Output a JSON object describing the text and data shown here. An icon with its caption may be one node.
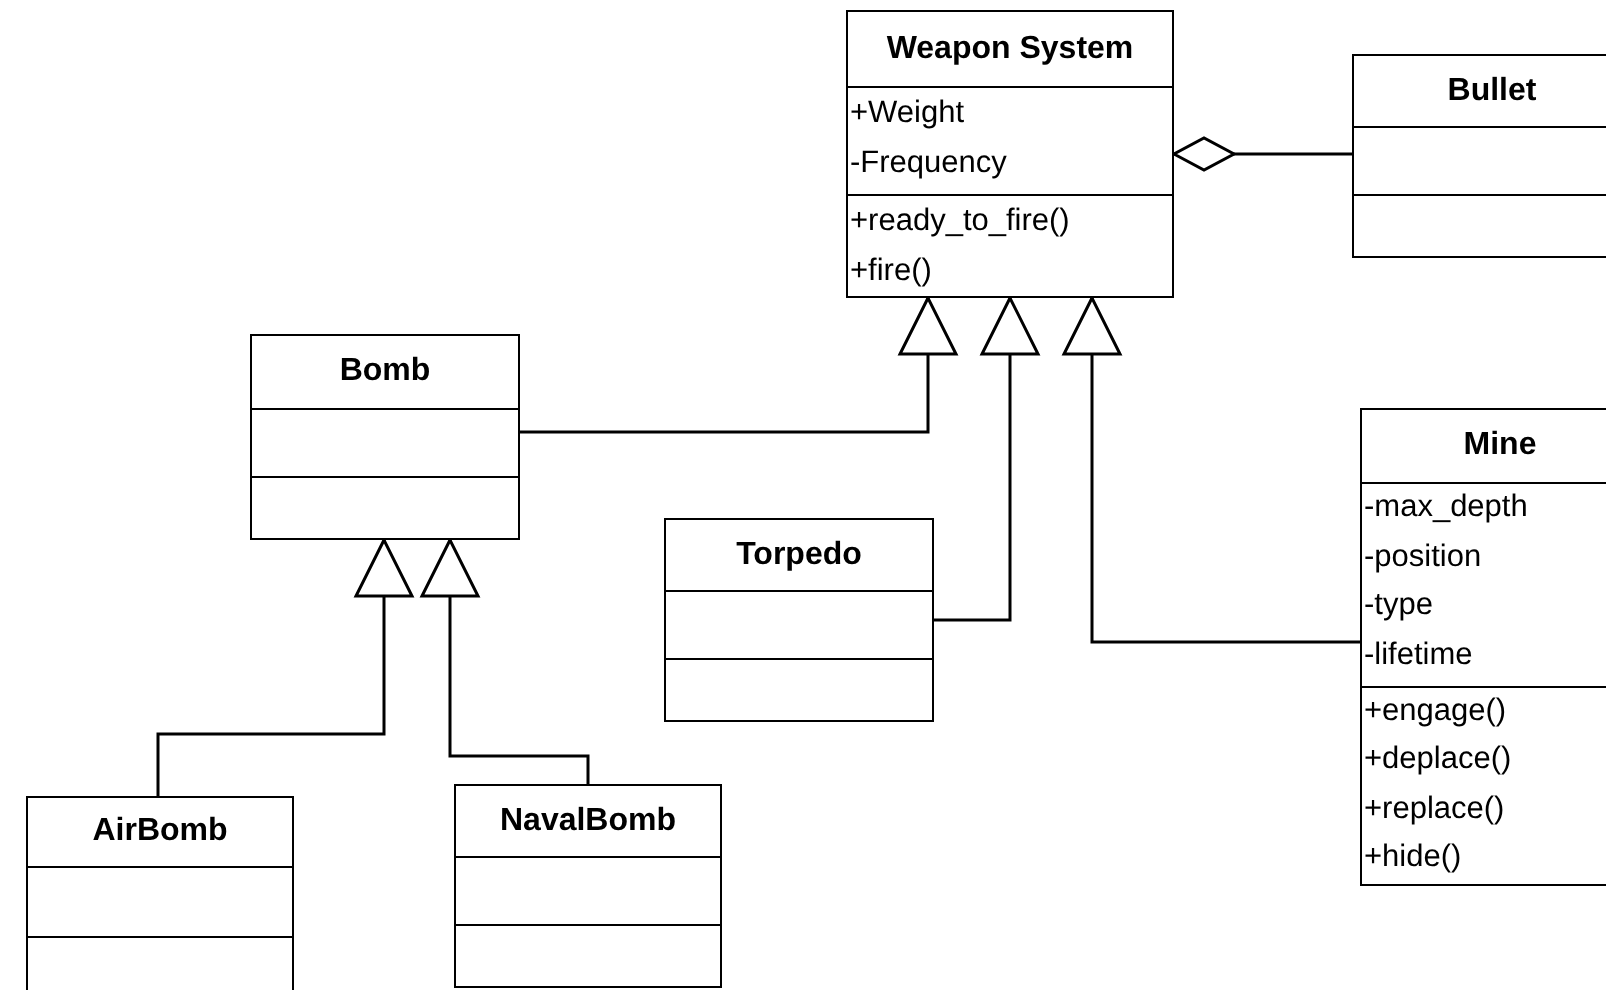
{
  "diagram": {
    "nodes": [
      {
        "text": [
          "Weapon System",
          "+Weight",
          "-Frequency",
          "+ready_to_fire()",
          "+fire()"
        ]
      },
      {
        "text": [
          "Bullet"
        ]
      },
      {
        "text": [
          "Bomb"
        ]
      },
      {
        "text": [
          "Torpedo"
        ]
      },
      {
        "text": [
          "Mine",
          "-max_depth",
          "-position",
          "-type",
          "-lifetime",
          "+engage()",
          "+deplace()",
          "+replace()",
          "+hide()"
        ]
      },
      {
        "text": [
          "AirBomb"
        ]
      },
      {
        "text": [
          "NavalBomb"
        ]
      }
    ],
    "edges": [
      {
        "from": 1,
        "to": 0,
        "arrow": "other"
      },
      {
        "from": 2,
        "to": 0,
        "arrow": "to"
      },
      {
        "from": 3,
        "to": 0,
        "arrow": "to"
      },
      {
        "from": 4,
        "to": 0,
        "arrow": "to"
      },
      {
        "from": 5,
        "to": 2,
        "arrow": "to"
      },
      {
        "from": 6,
        "to": 2,
        "arrow": "to"
      }
    ]
  }
}
